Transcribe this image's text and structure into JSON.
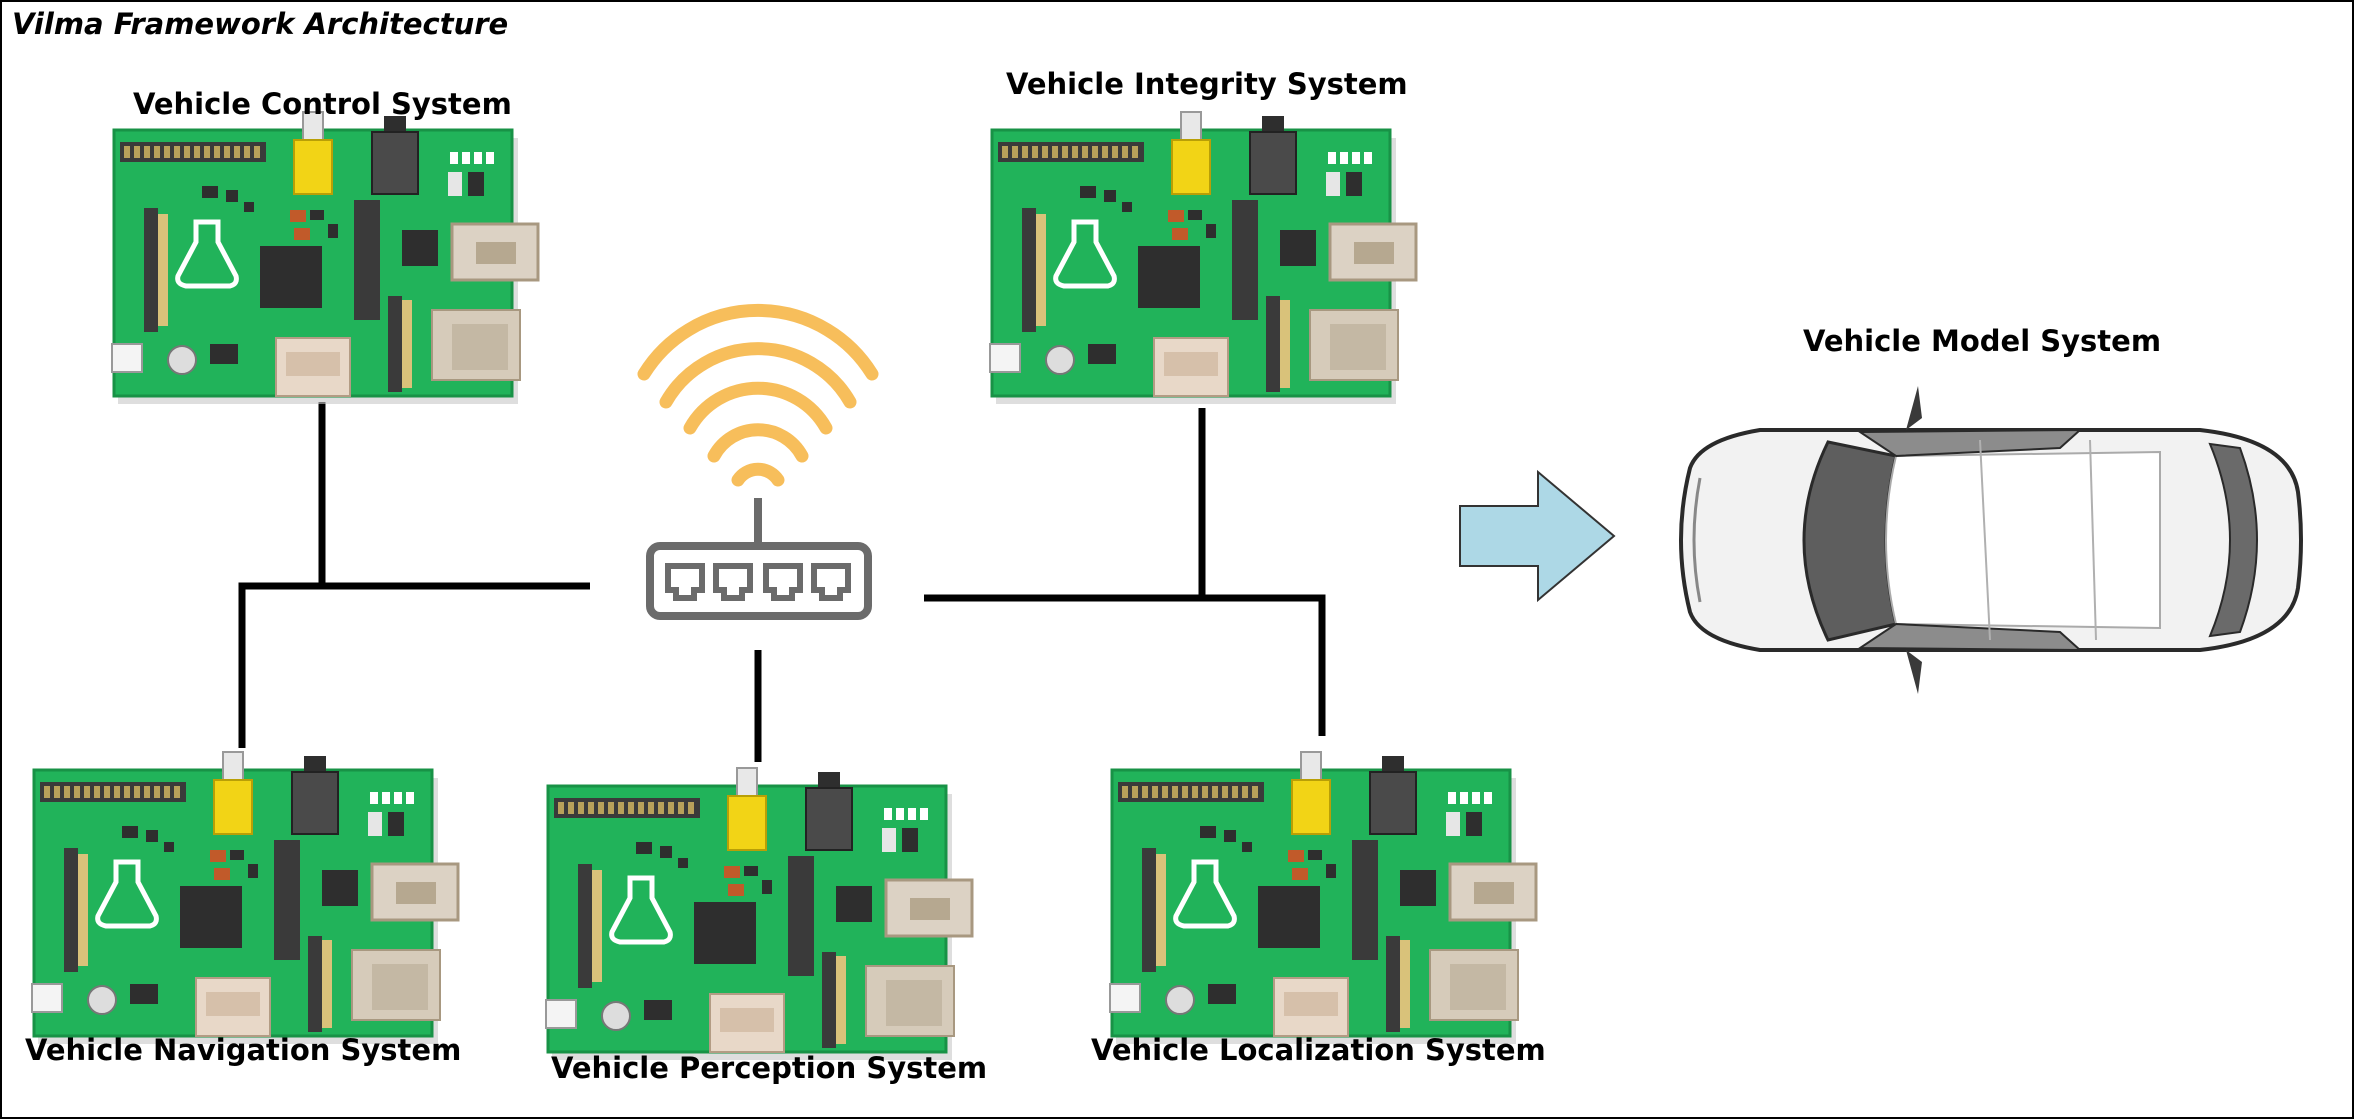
{
  "diagram": {
    "title": "Vilma Framework Architecture",
    "nodes": {
      "control": "Vehicle Control System",
      "integrity": "Vehicle Integrity System",
      "model": "Vehicle Model System",
      "navigation": "Vehicle Navigation System",
      "perception": "Vehicle Perception System",
      "localization": "Vehicle Localization System"
    },
    "hub": {
      "icon": "wifi-router-icon"
    },
    "connector": {
      "icon": "right-arrow-icon"
    },
    "board_icon": "raspberry-pi-board-icon",
    "car_icon": "car-top-view-icon",
    "colors": {
      "board_green": "#21B35A",
      "wifi_orange": "#F7BE5B",
      "arrow_fill": "#ADD8E6",
      "line": "#000000",
      "router_gray": "#6B6B6B"
    }
  }
}
